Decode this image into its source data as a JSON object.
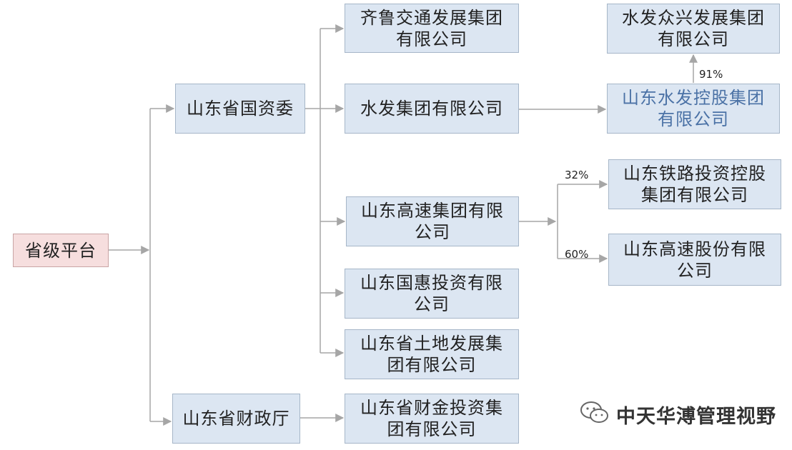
{
  "nodes": {
    "root": "省级平台",
    "sasac": "山东省国资委",
    "finance_dept": "山东省财政厅",
    "qilu": "齐鲁交通发展集团\n有限公司",
    "shuifa": "水发集团有限公司",
    "gaosu": "山东高速集团有限\n公司",
    "guohui": "山东国惠投资有限\n公司",
    "tudi": "山东省土地发展集\n团有限公司",
    "caijin": "山东省财金投资集\n团有限公司",
    "zhongxing": "水发众兴发展集团\n有限公司",
    "shuifa_holding": "山东水发控股集团\n有限公司",
    "railway": "山东铁路投资控股\n集团有限公司",
    "gaosu_share": "山东高速股份有限\n公司"
  },
  "percentages": {
    "zhongxing": "91%",
    "railway": "32%",
    "gaosu_share": "60%"
  },
  "watermark": {
    "text": "中天华溥管理视野",
    "icon": "wechat-icon"
  },
  "colors": {
    "box_fill": "#dce6f2",
    "root_fill": "#f6dede",
    "line": "#a6a6a6",
    "highlight_text": "#4b72a6"
  }
}
